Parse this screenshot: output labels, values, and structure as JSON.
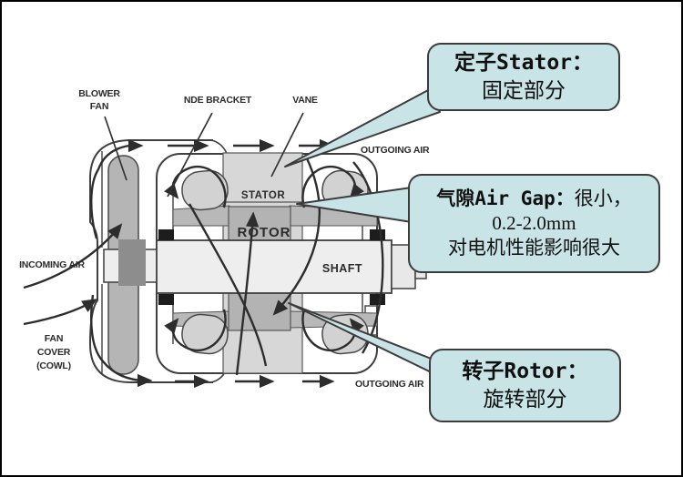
{
  "diagram_labels": {
    "blower_fan": [
      "BLOWER",
      "FAN"
    ],
    "nde_bracket": "NDE BRACKET",
    "vane": "VANE",
    "outgoing_air_top": "OUTGOING AIR",
    "incoming_air": "INCOMING AIR",
    "fan_cover": [
      "FAN",
      "COVER",
      "(COWL)"
    ],
    "outgoing_air_bottom": "OUTGOING AIR",
    "stator": "STATOR",
    "rotor": "ROTOR",
    "shaft": "SHAFT"
  },
  "callouts": {
    "stator": {
      "title": "定子Stator：",
      "body": "固定部分"
    },
    "air_gap": {
      "title": "气隙Air Gap：",
      "title_suffix": "很小，",
      "line2": "0.2-2.0mm",
      "line3": "对电机性能影响很大"
    },
    "rotor": {
      "title": "转子Rotor：",
      "body": "旋转部分"
    }
  },
  "colors": {
    "callout_fill": "#c9e4e6",
    "callout_border": "#3c3c3c",
    "stator_gray": "#d7d7d7",
    "rotor_gray": "#b3b3b3",
    "shaft_gray": "#eeeeee",
    "fan_gray": "#b5b5b5",
    "hub_gray": "#8d8d8d",
    "flow_line": "#2d2d2d"
  }
}
